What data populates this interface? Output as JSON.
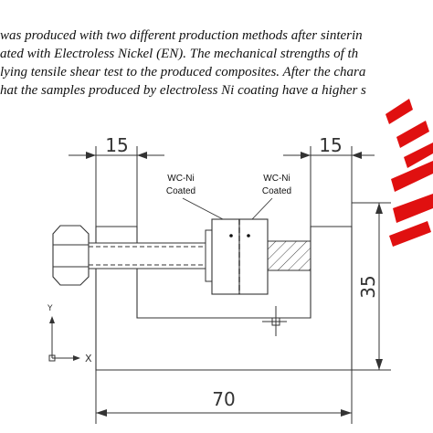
{
  "abstract": {
    "lines": [
      "was produced with two different production methods after sinterin",
      "ated with Electroless Nickel (EN). The mechanical strengths of th",
      "lying tensile shear test to the produced composites. After the chara",
      "hat the samples produced by electroless Ni coating have a higher s"
    ]
  },
  "figure": {
    "dimensions": {
      "left_width": "15",
      "right_width": "15",
      "height": "35",
      "total_width": "70"
    },
    "callouts": {
      "left_line1": "WC-Ni",
      "left_line2": "Coated",
      "right_line1": "WC-Ni",
      "right_line2": "Coated"
    },
    "axis": {
      "x_label": "X",
      "y_label": "Y"
    },
    "colors": {
      "drawing": "#333333",
      "watermark": "#e01010"
    }
  }
}
